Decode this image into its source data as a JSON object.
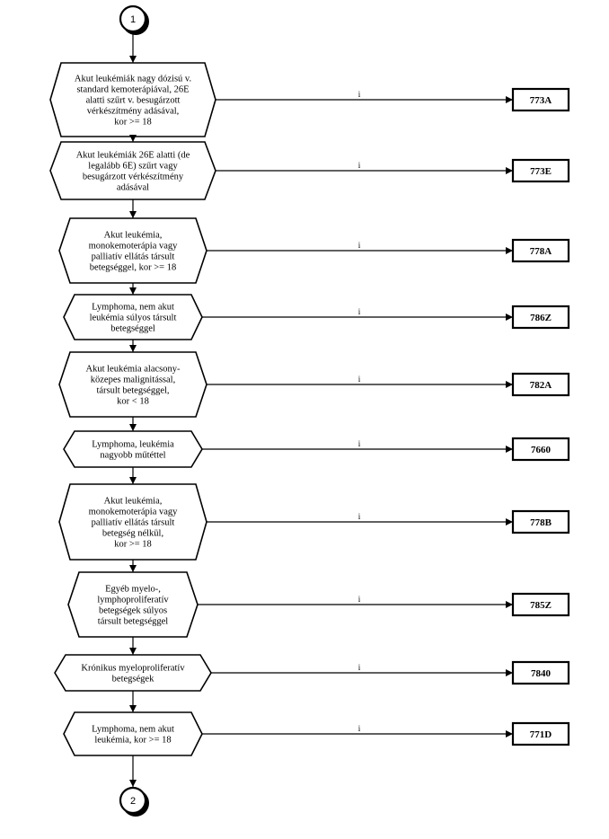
{
  "connectors": {
    "start": "1",
    "end": "2"
  },
  "decisions": [
    {
      "lines": [
        "Akut leukémiák nagy dózisú v.",
        "standard kemoterápiával, 26E",
        "alatti szűrt v. besugárzott",
        "vérkészítmény adásával,",
        "kor >= 18"
      ],
      "code": "773A",
      "edge_label": "i"
    },
    {
      "lines": [
        "Akut leukémiák 26E alatti (de",
        "legalább 6E) szűrt vagy",
        "besugárzott vérkészítmény",
        "adásával"
      ],
      "code": "773E",
      "edge_label": "i"
    },
    {
      "lines": [
        "Akut leukémia,",
        "monokemoterápia vagy",
        "palliatív ellátás társult",
        "betegséggel, kor >= 18"
      ],
      "code": "778A",
      "edge_label": "i"
    },
    {
      "lines": [
        "Lymphoma, nem akut",
        "leukémia súlyos társult",
        "betegséggel"
      ],
      "code": "786Z",
      "edge_label": "i"
    },
    {
      "lines": [
        "Akut leukémia alacsony-",
        "közepes malignitással,",
        "társult betegséggel,",
        "kor < 18"
      ],
      "code": "782A",
      "edge_label": "i"
    },
    {
      "lines": [
        "Lymphoma, leukémia",
        "nagyobb műtéttel"
      ],
      "code": "7660",
      "edge_label": "i"
    },
    {
      "lines": [
        "Akut leukémia,",
        "monokemoterápia vagy",
        "palliatív ellátás társult",
        "betegség nélkül,",
        "kor >= 18"
      ],
      "code": "778B",
      "edge_label": "i"
    },
    {
      "lines": [
        "Egyéb myelo-,",
        "lymphoproliferatív",
        "betegségek súlyos",
        "társult betegséggel"
      ],
      "code": "785Z",
      "edge_label": "i"
    },
    {
      "lines": [
        "Krónikus myeloproliferatív",
        "betegségek"
      ],
      "code": "7840",
      "edge_label": "i"
    },
    {
      "lines": [
        "Lymphoma, nem akut",
        "leukémia, kor >= 18"
      ],
      "code": "771D",
      "edge_label": "i"
    }
  ]
}
